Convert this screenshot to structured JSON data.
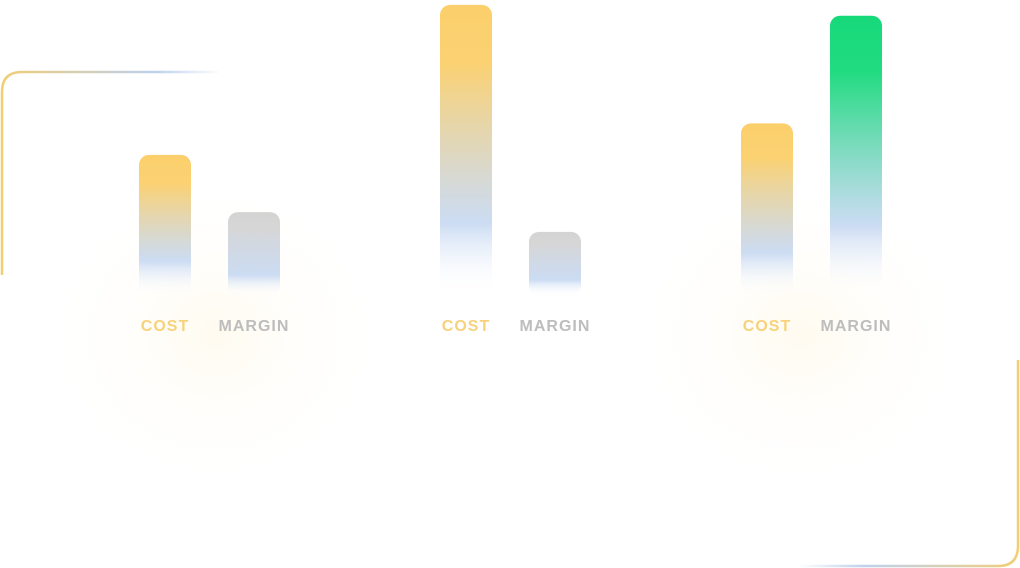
{
  "chart_data": [
    {
      "type": "bar",
      "categories": [
        "COST",
        "MARGIN"
      ],
      "values": [
        143,
        85
      ],
      "colors": [
        "#FBCF6B",
        "#D4D4D4"
      ],
      "ylim": [
        0,
        300
      ]
    },
    {
      "type": "bar",
      "categories": [
        "COST",
        "MARGIN"
      ],
      "values": [
        295,
        65
      ],
      "colors": [
        "#FBCF6B",
        "#D4D4D4"
      ],
      "ylim": [
        0,
        300
      ]
    },
    {
      "type": "bar",
      "categories": [
        "COST",
        "MARGIN"
      ],
      "values": [
        175,
        284
      ],
      "colors": [
        "#FBCF6B",
        "#16D97A"
      ],
      "ylim": [
        0,
        300
      ]
    }
  ],
  "theme": {
    "label_colors": [
      "#F7D27C",
      "#BDBDBD"
    ],
    "bar_fade_color": "#BFD3F0",
    "frame_gold": "#F2CE74",
    "frame_blue": "#AFC6E6"
  }
}
